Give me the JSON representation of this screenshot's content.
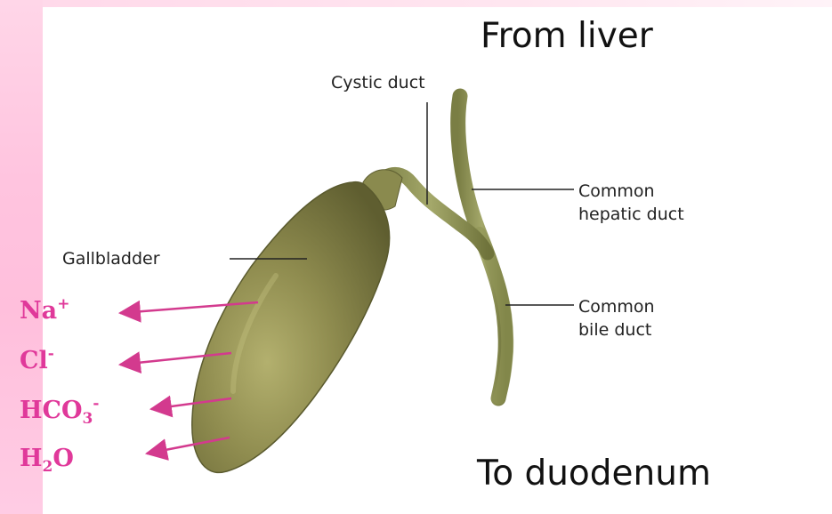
{
  "labels": {
    "from_liver": "From liver",
    "to_duodenum": "To duodenum",
    "cystic_duct": "Cystic duct",
    "gallbladder": "Gallbladder",
    "common_hepatic_duct": [
      "Common",
      "hepatic duct"
    ],
    "common_bile_duct": [
      "Common",
      "bile duct"
    ]
  },
  "ions": {
    "sodium": {
      "symbol": "Na",
      "charge": "+"
    },
    "chloride": {
      "symbol": "Cl",
      "charge": "-"
    },
    "bicarbonate": {
      "symbol": "HCO",
      "subscript": "3",
      "charge": "-"
    },
    "water": {
      "symbol_a": "H",
      "subscript": "2",
      "symbol_b": "O"
    }
  },
  "colors": {
    "ion_text": "#e0399a",
    "arrow": "#d33a8e",
    "gallbladder_fill": "#8c8a4c",
    "duct_fill": "#8f9455",
    "left_band": "#ffc4df"
  }
}
